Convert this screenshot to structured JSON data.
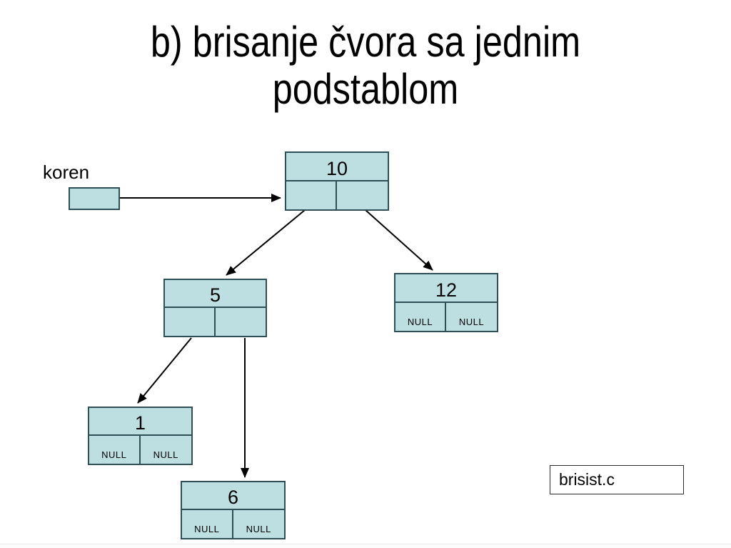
{
  "slide": {
    "title_line1": "b) brisanje čvora sa jednim",
    "title_line2": "podstablom",
    "root_pointer_label": "koren",
    "file_label": "brisist.c"
  },
  "colors": {
    "node_fill": "#bedfe2",
    "node_border": "#2d4f56",
    "arrow": "#000000",
    "background": "#ffffff"
  },
  "nodes": {
    "n10": {
      "value": "10",
      "left": "",
      "right": ""
    },
    "n5": {
      "value": "5",
      "left": "",
      "right": ""
    },
    "n12": {
      "value": "12",
      "left": "NULL",
      "right": "NULL"
    },
    "n1": {
      "value": "1",
      "left": "NULL",
      "right": "NULL"
    },
    "n6": {
      "value": "6",
      "left": "NULL",
      "right": "NULL"
    }
  },
  "edges": [
    {
      "from": "koren",
      "to": "10"
    },
    {
      "from": "10",
      "via": "left-pointer",
      "to": "5"
    },
    {
      "from": "10",
      "via": "right-pointer",
      "to": "12"
    },
    {
      "from": "5",
      "via": "left-pointer",
      "to": "1"
    },
    {
      "from": "5",
      "via": "right-pointer",
      "to": "6"
    }
  ]
}
